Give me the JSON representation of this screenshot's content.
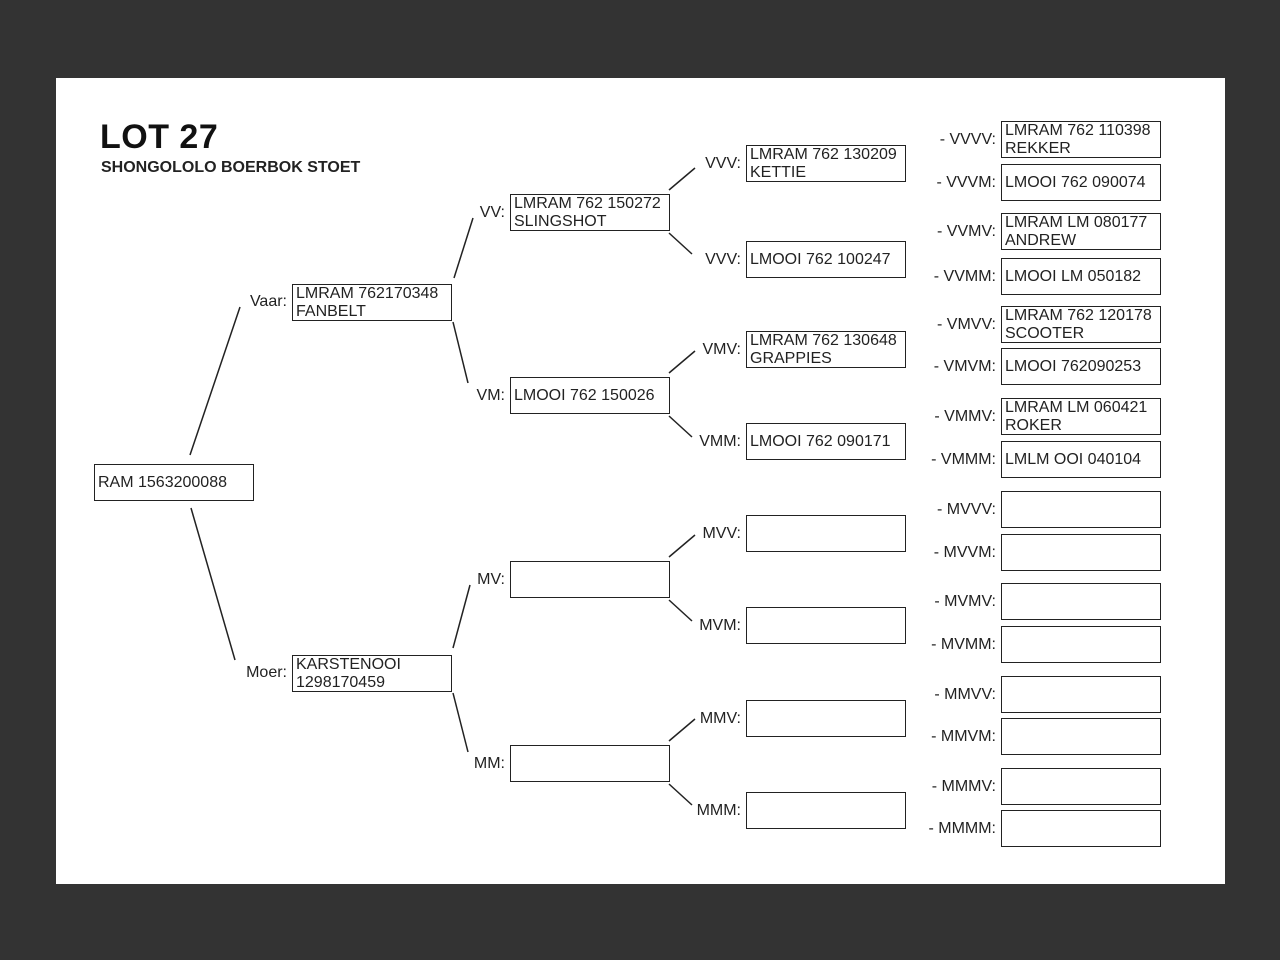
{
  "header": {
    "title": "LOT 27",
    "subtitle": "SHONGOLOLO BOERBOK STOET"
  },
  "pedigree": {
    "root": {
      "label": "",
      "lines": [
        "RAM 1563200088"
      ]
    },
    "V": {
      "label": "Vaar:",
      "lines": [
        "LMRAM 762170348",
        "FANBELT"
      ]
    },
    "M": {
      "label": "Moer:",
      "lines": [
        "KARSTENOOI",
        "1298170459"
      ]
    },
    "VV": {
      "label": "VV:",
      "lines": [
        "LMRAM 762 150272",
        "SLINGSHOT"
      ]
    },
    "VM": {
      "label": "VM:",
      "lines": [
        "LMOOI 762 150026"
      ]
    },
    "MV": {
      "label": "MV:",
      "lines": []
    },
    "MM": {
      "label": "MM:",
      "lines": []
    },
    "VVV": {
      "label": "VVV:",
      "lines": [
        "LMRAM 762 130209",
        "KETTIE"
      ]
    },
    "VVM": {
      "label": "VVV:",
      "lines": [
        "LMOOI 762 100247"
      ]
    },
    "VMV": {
      "label": "VMV:",
      "lines": [
        "LMRAM 762 130648",
        "GRAPPIES"
      ]
    },
    "VMM": {
      "label": "VMM:",
      "lines": [
        "LMOOI 762 090171"
      ]
    },
    "MVV": {
      "label": "MVV:",
      "lines": []
    },
    "MVM": {
      "label": "MVM:",
      "lines": []
    },
    "MMV": {
      "label": "MMV:",
      "lines": []
    },
    "MMM": {
      "label": "MMM:",
      "lines": []
    },
    "VVVV": {
      "label": "- VVVV:",
      "lines": [
        "LMRAM 762 110398",
        "REKKER"
      ]
    },
    "VVVM": {
      "label": "- VVVM:",
      "lines": [
        "LMOOI 762 090074"
      ]
    },
    "VVMV": {
      "label": "- VVMV:",
      "lines": [
        "LMRAM LM 080177",
        "ANDREW"
      ]
    },
    "VVMM": {
      "label": "- VVMM:",
      "lines": [
        "LMOOI LM 050182"
      ]
    },
    "VMVV": {
      "label": "- VMVV:",
      "lines": [
        "LMRAM 762 120178",
        "SCOOTER"
      ]
    },
    "VMVM": {
      "label": "- VMVM:",
      "lines": [
        "LMOOI 762090253"
      ]
    },
    "VMMV": {
      "label": "- VMMV:",
      "lines": [
        "LMRAM LM 060421",
        "ROKER"
      ]
    },
    "VMMM": {
      "label": "- VMMM:",
      "lines": [
        "LMLM OOI 040104"
      ]
    },
    "MVVV": {
      "label": "- MVVV:",
      "lines": []
    },
    "MVVM": {
      "label": "- MVVM:",
      "lines": []
    },
    "MVMV": {
      "label": "- MVMV:",
      "lines": []
    },
    "MVMM": {
      "label": "- MVMM:",
      "lines": []
    },
    "MMVV": {
      "label": "- MMVV:",
      "lines": []
    },
    "MMVM": {
      "label": "- MMVM:",
      "lines": []
    },
    "MMMV": {
      "label": "- MMMV:",
      "lines": []
    },
    "MMMM": {
      "label": "- MMMM:",
      "lines": []
    }
  },
  "colors": {
    "background": "#333333",
    "sheet": "#ffffff",
    "ink": "#222222"
  }
}
